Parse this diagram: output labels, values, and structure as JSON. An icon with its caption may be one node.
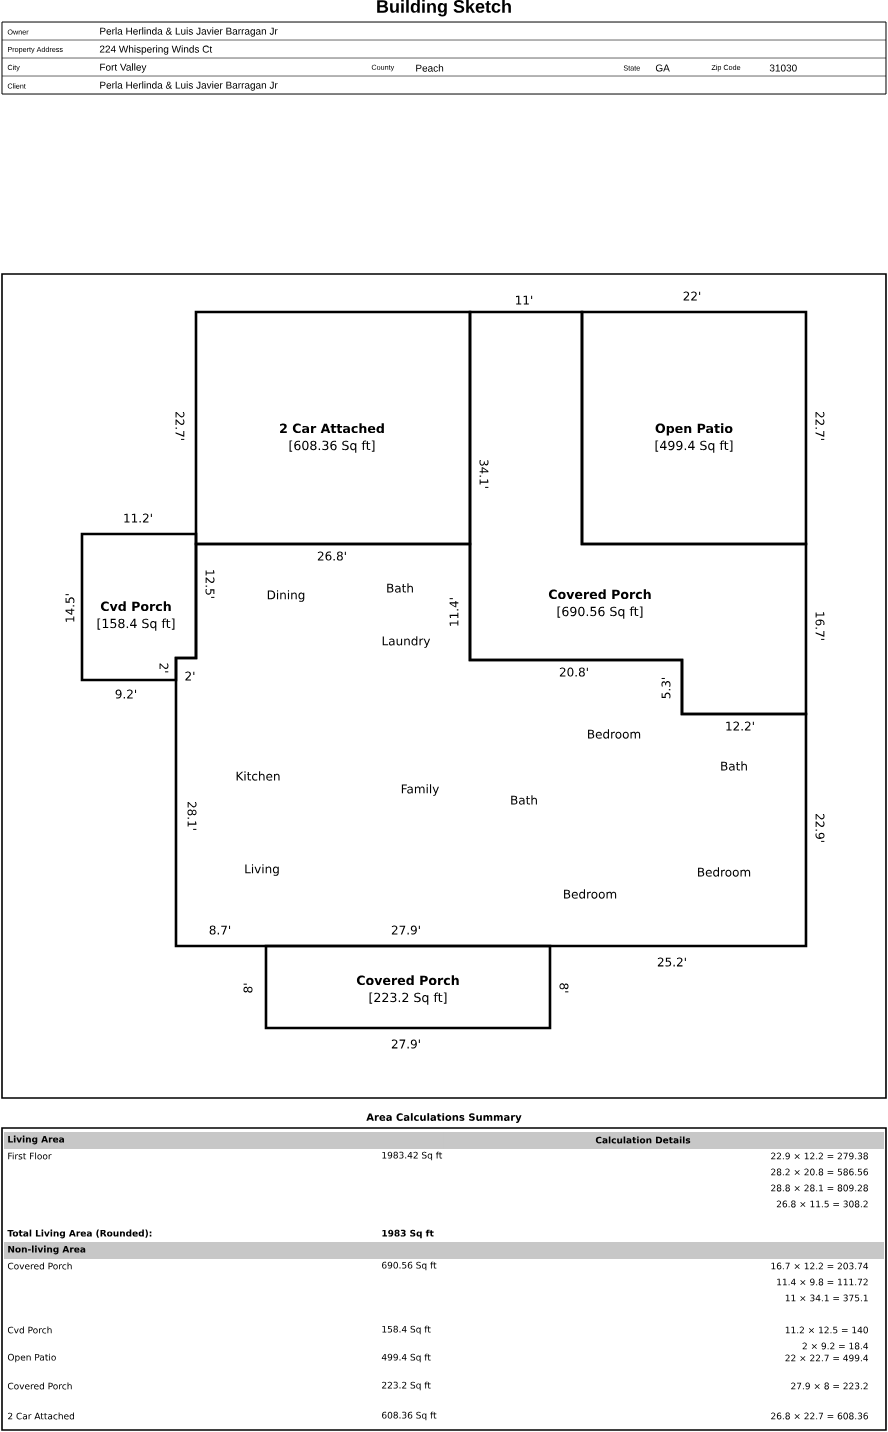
{
  "diagram": {
    "nodes": [
      {
        "text": [
          "2 Car Attached",
          "[608.36 Sq ft]"
        ]
      },
      {
        "text": [
          "Open Patio",
          "[499.4 Sq ft]"
        ]
      },
      {
        "text": [
          "Cvd Porch",
          "[158.4 Sq ft]"
        ]
      },
      {
        "text": [
          "Covered Porch",
          "[690.56 Sq ft]"
        ]
      },
      {
        "text": [
          "Dining",
          "Bath",
          "Laundry",
          "Bedroom",
          "Bath",
          "Kitchen",
          "Family",
          "Bath",
          "Living",
          "Bedroom",
          "Bedroom"
        ]
      },
      {
        "text": [
          "Covered Porch",
          "[223.2 Sq ft]"
        ]
      }
    ],
    "edges": [],
    "labels": [
      "Building Sketch",
      "Owner",
      "Perla Herlinda & Luis Javier Barragan Jr",
      "Property Address",
      "224 Whispering Winds Ct",
      "City",
      "Fort Valley",
      "County",
      "Peach",
      "State",
      "GA",
      "Zip Code",
      "31030",
      "Client",
      "Perla Herlinda & Luis Javier Barragan Jr",
      "11'",
      "22'",
      "22.7'",
      "34.1'",
      "22.7'",
      "11.2'",
      "26.8'",
      "14.5'",
      "12.5'",
      "11.4'",
      "16.7'",
      "2'",
      "2'",
      "9.2'",
      "20.8'",
      "5.3'",
      "12.2'",
      "28.1'",
      "22.9'",
      "8.7'",
      "27.9'",
      "25.2'",
      "8'",
      "8'",
      "27.9'",
      "Area Calculations Summary",
      "Living Area",
      "Calculation Details",
      "First Floor",
      "1983.42 Sq ft",
      "22.9 × 12.2 = 279.38",
      "28.2 × 20.8 = 586.56",
      "28.8 × 28.1 = 809.28",
      "26.8 × 11.5 = 308.2",
      "Total Living Area (Rounded):",
      "1983 Sq ft",
      "Non-living Area",
      "Covered Porch",
      "690.56 Sq ft",
      "16.7 × 12.2 = 203.74",
      "11.4 × 9.8 = 111.72",
      "11 × 34.1 = 375.1",
      "Cvd Porch",
      "158.4 Sq ft",
      "11.2 × 12.5 = 140",
      "2 × 9.2 = 18.4",
      "Open Patio",
      "499.4 Sq ft",
      "22 × 22.7 = 499.4",
      "Covered Porch",
      "223.2 Sq ft",
      "27.9 × 8 = 223.2",
      "2 Car Attached",
      "608.36 Sq ft",
      "26.8 × 22.7 = 608.36"
    ]
  }
}
